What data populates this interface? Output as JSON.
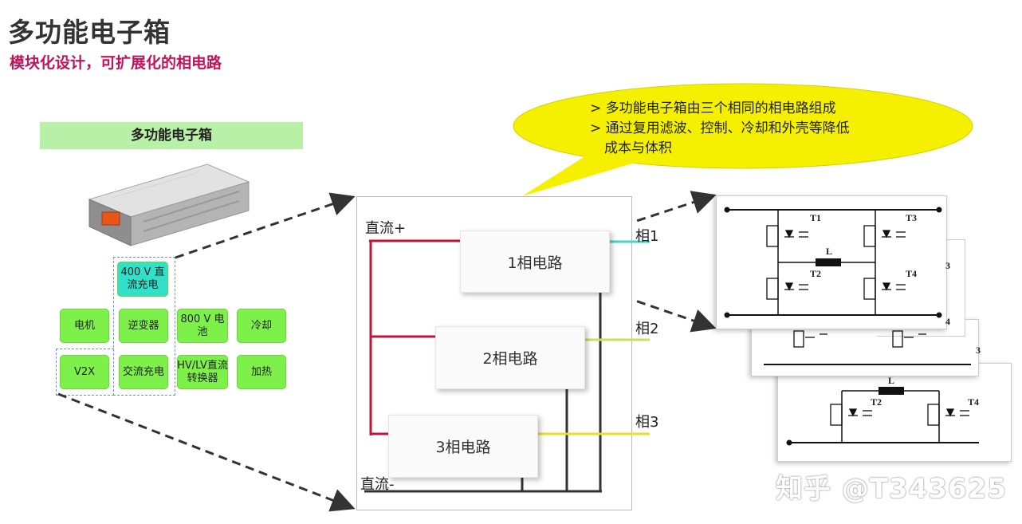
{
  "header": {
    "title": "多功能电子箱",
    "subtitle": "模块化设计，可扩展化的相电路"
  },
  "box_panel": {
    "header_label": "多功能电子箱",
    "tiles": [
      {
        "label": "400 V 直流充电"
      },
      {
        "label": "电机"
      },
      {
        "label": "逆变器"
      },
      {
        "label": "800 V 电池"
      },
      {
        "label": "冷却"
      },
      {
        "label": "V2X"
      },
      {
        "label": "交流充电"
      },
      {
        "label": "HV/LV直流转换器"
      },
      {
        "label": "加热"
      }
    ]
  },
  "callout": {
    "bullets": [
      "> 多功能电子箱由三个相同的相电路组成",
      "> 通过复用滤波、控制、冷却和外壳等降低",
      "成本与体积"
    ]
  },
  "diagram": {
    "dc_plus": "直流+",
    "dc_minus": "直流-",
    "phase_circuits": [
      "1相电路",
      "2相电路",
      "3相电路"
    ],
    "phase_outputs": [
      "相1",
      "相2",
      "相3"
    ],
    "colors": {
      "dc_plus": "#c0143c",
      "phase1": "#40d8c0",
      "phase2": "#c8e060",
      "phase3": "#e8e020",
      "dc_minus": "#333333"
    }
  },
  "schematic": {
    "labels_front": [
      "T1",
      "T3",
      "L",
      "T2",
      "T4"
    ],
    "labels_back": [
      "L",
      "T2",
      "T4"
    ],
    "edge_labels": [
      "3",
      "4",
      "3"
    ]
  },
  "watermark": "知乎 @T343625"
}
